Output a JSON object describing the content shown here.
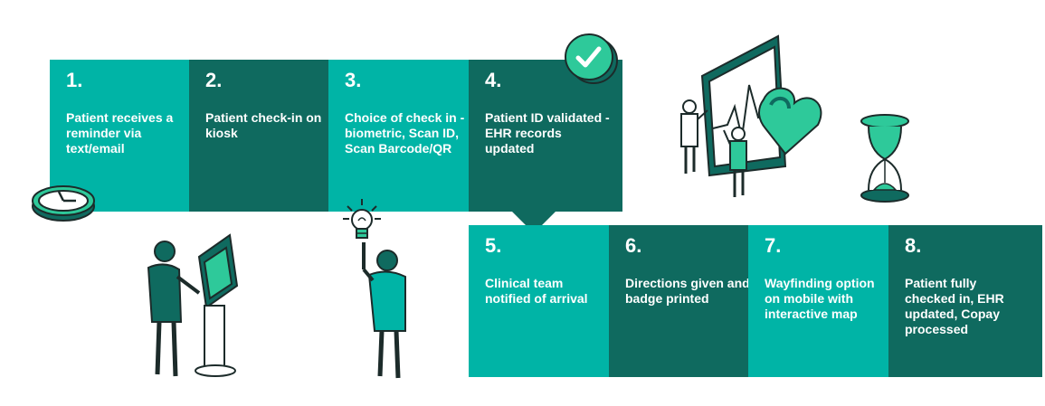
{
  "steps": [
    {
      "num": "1.",
      "text": "Patient receives a reminder via text/email"
    },
    {
      "num": "2.",
      "text": "Patient check-in on kiosk"
    },
    {
      "num": "3.",
      "text": "Choice of check in - biometric, Scan ID, Scan Barcode/QR"
    },
    {
      "num": "4.",
      "text": "Patient ID validated - EHR records updated"
    },
    {
      "num": "5.",
      "text": "Clinical team notified of arrival"
    },
    {
      "num": "6.",
      "text": "Directions given and badge printed"
    },
    {
      "num": "7.",
      "text": "Wayfinding option on mobile with interactive map"
    },
    {
      "num": "8.",
      "text": "Patient fully checked in, EHR updated, Copay processed"
    }
  ],
  "colors": {
    "light": "#00b4a6",
    "dark": "#0f6a5f",
    "line": "#1c2b2a",
    "mint": "#2ec99a"
  },
  "icons": [
    "clock-icon",
    "checkmark-badge-icon",
    "lightbulb-icon",
    "hourglass-icon",
    "heart-monitor-icon",
    "kiosk-icon",
    "person-icon"
  ]
}
